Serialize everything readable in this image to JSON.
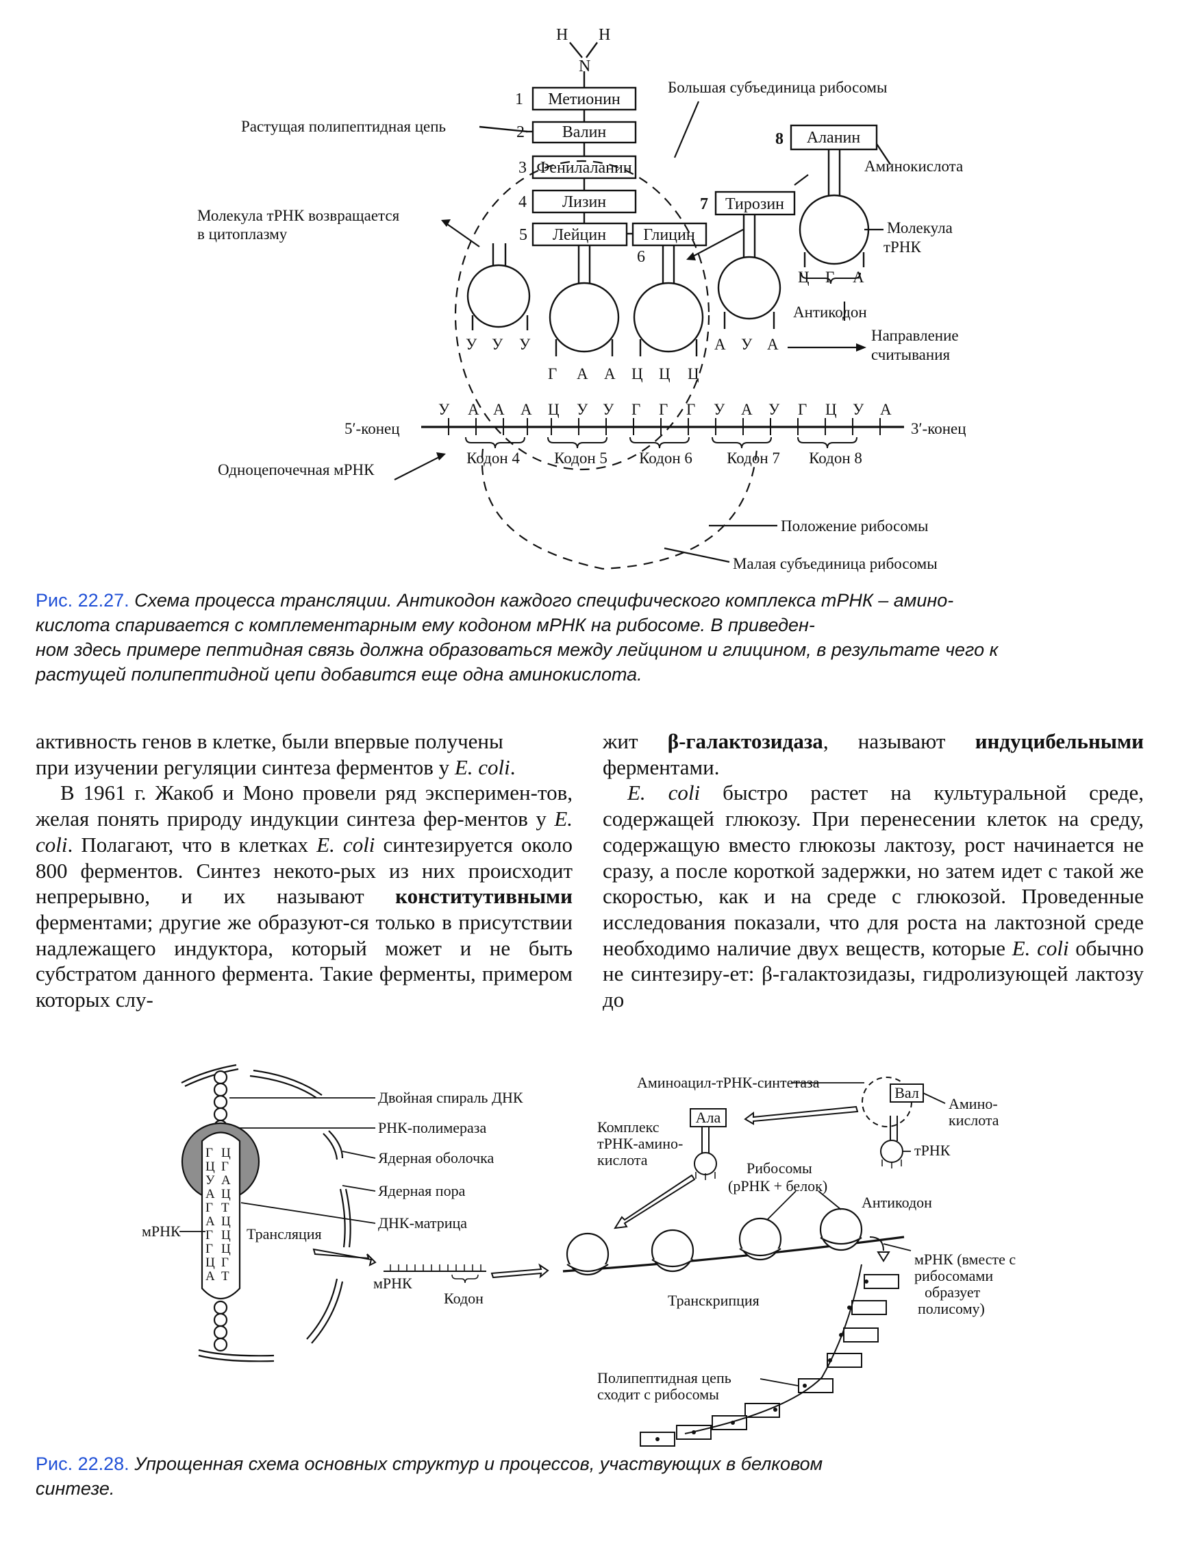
{
  "fig1": {
    "amine": {
      "h1": "H",
      "h2": "H",
      "n": "N"
    },
    "top_chain": [
      {
        "num": "1",
        "name": "Метионин"
      },
      {
        "num": "2",
        "name": "Валин"
      },
      {
        "num": "3",
        "name": "Фенилаланин"
      },
      {
        "num": "4",
        "name": "Лизин"
      },
      {
        "num": "5",
        "name": "Лейцин"
      }
    ],
    "glycine": {
      "num": "6",
      "name": "Глицин"
    },
    "tyrosine": {
      "num": "7",
      "name": "Тирозин"
    },
    "alanine": {
      "num": "8",
      "name": "Аланин"
    },
    "labels": {
      "growing_chain": "Растущая полипептидная цепь",
      "large_subunit": "Большая субъединица рибосомы",
      "trna_returns": "Молекула тРНК возвращается",
      "trna_returns_2": "в цитоплазму",
      "amino_acid": "Аминокислота",
      "trna_molecule": "Молекула",
      "trna_molecule_2": "тРНК",
      "anticodon": "Антикодон",
      "direction": "Направление",
      "direction_2": "считывания",
      "five_end": "5′-конец",
      "three_end": "3′-конец",
      "mrna_single": "Одноцепочечная мРНК",
      "ribosome_position": "Положение рибосомы",
      "small_subunit": "Малая субъединица рибосомы"
    },
    "anticodons": {
      "t1": [
        "У",
        "У",
        "У"
      ],
      "t2": [
        "Г",
        "А",
        "А"
      ],
      "t3": [
        "Ц",
        "Ц",
        "Ц"
      ],
      "t4": [
        "А",
        "У",
        "А"
      ],
      "t5": [
        "Ц",
        "Г",
        "А"
      ]
    },
    "mrna_seq": [
      "У",
      "А",
      "А",
      "А",
      "Ц",
      "У",
      "У",
      "Г",
      "Г",
      "Г",
      "У",
      "А",
      "У",
      "Г",
      "Ц",
      "У",
      "А"
    ],
    "codons": [
      "Кодон 4",
      "Кодон 5",
      "Кодон 6",
      "Кодон 7",
      "Кодон 8"
    ]
  },
  "caption1": {
    "label": "Рис.",
    "number": "22.27.",
    "lines": [
      "Схема процесса трансляции. Антикодон каждого специфического комплекса тРНК – амино-",
      "кислота спаривается с комплементарным ему кодоном мРНК на рибосоме. В приведен-",
      "ном здесь примере пептидная связь должна образоваться между лейцином и глицином, в результате чего к",
      "растущей полипептидной цепи добавится еще одна аминокислота."
    ]
  },
  "text_left": {
    "p1_line1": "активность генов в клетке, были впервые получены",
    "p1_line2a": "при изучении регуляции синтеза ферментов у ",
    "ecoli": "E. coli",
    "dot": ".",
    "p2_a": "В 1961 г. Жакоб и Моно провели ряд эксперимен-тов, желая понять природу индукции синтеза фер-ментов у ",
    "p2_b": ". Полагают, что в клетках ",
    "p2_c": " синтезируется около 800 ферментов. Синтез некото-рых из них происходит непрерывно, и их называют ",
    "p2_bold": "конститутивными",
    "p2_d": " ферментами; другие же образуют-ся только в присутствии надлежащего индуктора, который может и не быть субстратом данного фермента. Такие ферменты, примером которых слу-"
  },
  "text_right": {
    "p1_a": "жит ",
    "p1_bold1": "β-галактозидаза",
    "p1_b": ", называют ",
    "p1_bold2": "индуцибельными",
    "p1_c": " ферментами.",
    "ecoli": "E. coli",
    "p2_a": " быстро растет на культуральной среде, содержащей глюкозу. При перенесении клеток на среду, содержащую вместо глюкозы лактозу, рост начинается не сразу, а после короткой задержки, но затем идет с такой же скоростью, как и на среде с глюкозой. Проведенные исследования показали, что для роста на лактозной среде необходимо наличие двух веществ, которые ",
    "p2_b": " обычно не синтезиру-ет: β-галактозидазы, гидролизующей лактозу до"
  },
  "fig2": {
    "labels": {
      "dna_helix": "Двойная спираль ДНК",
      "rna_pol": "РНК-полимераза",
      "nuclear_env": "Ядерная оболочка",
      "nuclear_pore": "Ядерная пора",
      "dna_template": "ДНК-матрица",
      "mrna_left": "мРНК",
      "translation": "Трансляция",
      "mrna_small": "мРНК",
      "codon": "Кодон",
      "transcription": "Транскрипция",
      "aars": "Аминоацил-тРНК-синтетаза",
      "val": "Вал",
      "ala": "Ала",
      "complex1": "Комплекс",
      "complex2": "тРНК-амино-",
      "complex3": "кислота",
      "amino1": "Амино-",
      "amino2": "кислота",
      "trna": "тРНК",
      "ribosomes1": "Рибосомы",
      "ribosomes2": "(рРНК + белок)",
      "anticodon": "Антикодон",
      "mrna_poly1": "мРНК (вместе с",
      "mrna_poly2": "рибосомами",
      "mrna_poly3": "образует",
      "mrna_poly4": "полисому)",
      "polypeptide1": "Полипептидная цепь",
      "polypeptide2": "сходит с рибосомы"
    },
    "bases_left": [
      "Г",
      "Ц",
      "У",
      "А",
      "Г",
      "А",
      "Г",
      "Г",
      "Ц",
      "А"
    ],
    "bases_right": [
      "Ц",
      "Г",
      "А",
      "Ц",
      "Т",
      "Ц",
      "Ц",
      "Ц",
      "Г",
      "Т"
    ]
  },
  "caption2": {
    "label": "Рис.",
    "number": "22.28.",
    "lines": [
      "Упрощенная схема основных структур и процессов, участвующих в белковом",
      "синтезе."
    ]
  }
}
